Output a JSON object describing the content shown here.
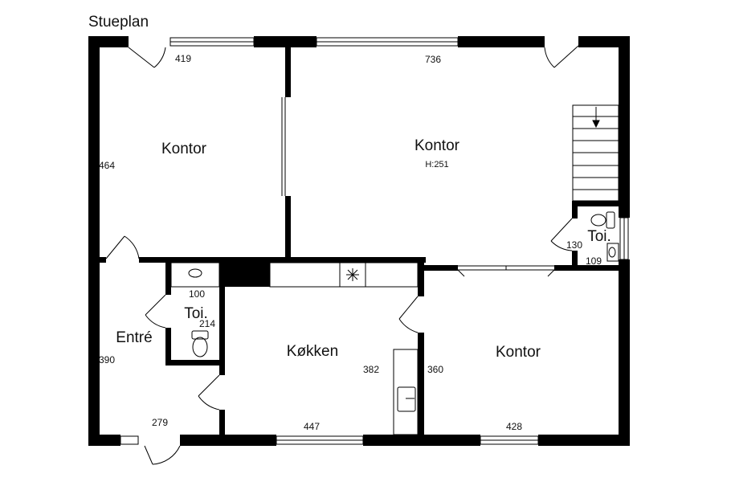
{
  "plan": {
    "title": "Stueplan",
    "rooms": {
      "kontor_nw": "Kontor",
      "kontor_main": "Kontor",
      "kontor_main_height": "H:251",
      "kontor_se": "Kontor",
      "toilet_ne": "Toi.",
      "toilet_mid": "Toi.",
      "entre": "Entré",
      "kokken": "Køkken"
    },
    "dimensions": {
      "d419": "419",
      "d736": "736",
      "d464": "464",
      "d130": "130",
      "d109": "109",
      "d100": "100",
      "d214": "214",
      "d390": "390",
      "d382": "382",
      "d360": "360",
      "d279": "279",
      "d447": "447",
      "d428": "428"
    },
    "icons": [
      "door-swing-icon",
      "window-icon",
      "stairs-icon",
      "toilet-icon",
      "sink-icon",
      "stove-icon"
    ]
  }
}
